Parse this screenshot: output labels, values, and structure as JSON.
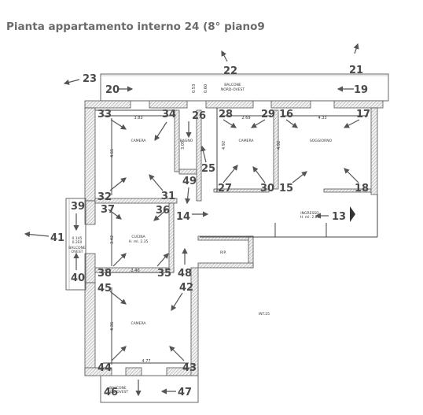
{
  "title": "Pianta appartamento interno 24 (8° piano9",
  "rooms": {
    "balcone_top": [
      "BALCONE",
      "NORD-OVEST"
    ],
    "camera_tl": "CAMERA",
    "bagno": "BAGNO",
    "camera_mid": "CAMERA",
    "soggiorno": "SOGGIORNO",
    "ingresso": [
      "INGRESSO",
      "H. ml. 2.80"
    ],
    "cucina": [
      "CUCINA",
      "H. ml. 2.35"
    ],
    "balcone_left": [
      "BALCONE",
      "OVEST"
    ],
    "balcone_left_dim": [
      "0.145",
      "0.2E0"
    ],
    "rip": "RIP.",
    "camera_bottom": "CAMERA",
    "int25": "INT.25",
    "balcone_bottom": [
      "BALCONE",
      "SUD-OVEST"
    ]
  },
  "dimensions": {
    "d383": "3.83",
    "d269": "2.69",
    "d433": "4.33",
    "d461": "4.61",
    "d492": "4.92",
    "d242": "3.42",
    "d240": "2.40",
    "d436": "4.36",
    "d477": "4.77",
    "bagno_h": "3.05",
    "cam_h": "4.92",
    "top_mini": [
      "0.53",
      "0.60"
    ]
  },
  "markers": [
    "20",
    "21",
    "22",
    "23",
    "19",
    "33",
    "34",
    "26",
    "28",
    "29",
    "16",
    "17",
    "25",
    "27",
    "30",
    "15",
    "18",
    "49",
    "31",
    "32",
    "39",
    "37",
    "36",
    "14",
    "13",
    "41",
    "40",
    "38",
    "35",
    "48",
    "45",
    "42",
    "44",
    "43",
    "46",
    "47"
  ]
}
